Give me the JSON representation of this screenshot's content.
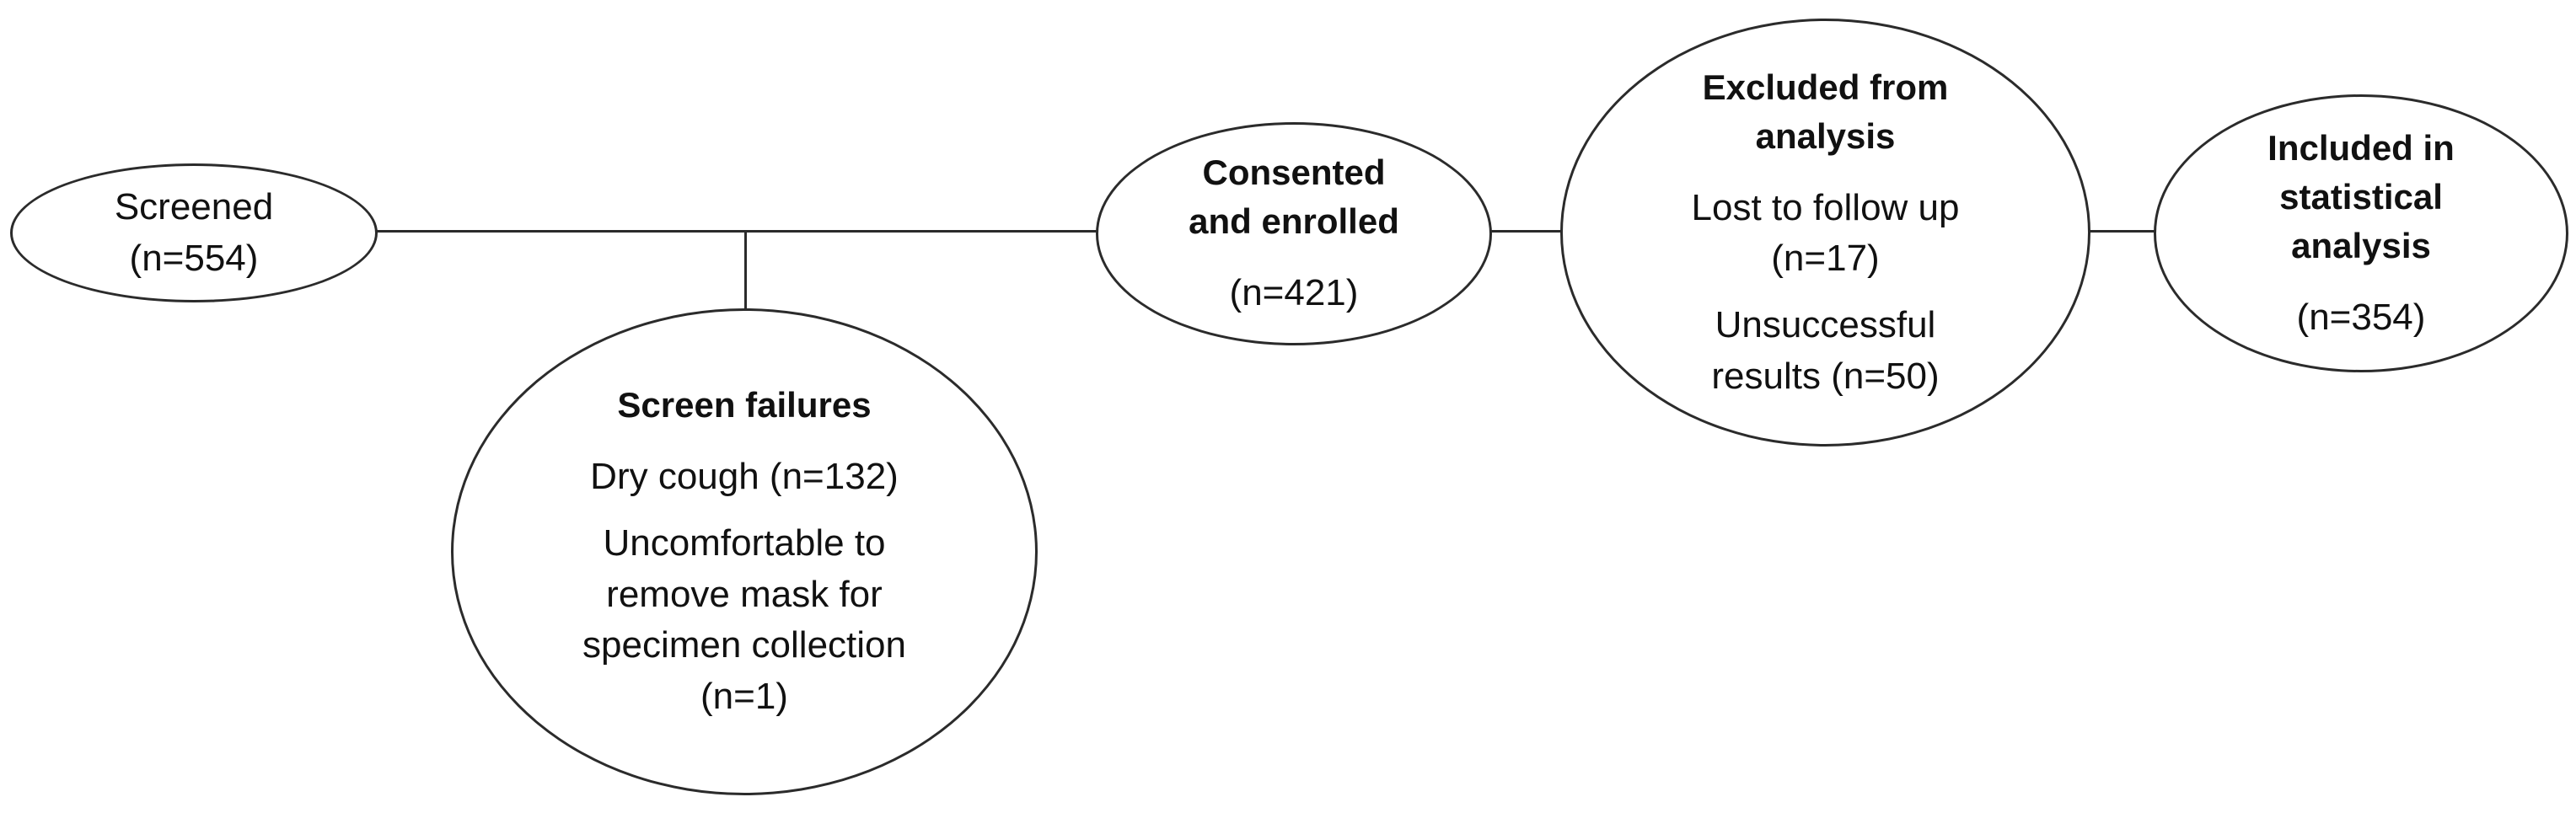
{
  "nodes": {
    "screened": {
      "label": "Screened",
      "count": "(n=554)"
    },
    "screen_failures": {
      "title": "Screen failures",
      "reason_1": "Dry cough (n=132)",
      "reason_2": "Uncomfortable to\nremove mask for\nspecimen collection\n(n=1)"
    },
    "consented": {
      "title": "Consented\nand enrolled",
      "count": "(n=421)"
    },
    "excluded": {
      "title": "Excluded from\nanalysis",
      "reason_1": "Lost to follow up\n(n=17)",
      "reason_2": "Unsuccessful\nresults (n=50)"
    },
    "included": {
      "title": "Included in\nstatistical\nanalysis",
      "count": "(n=354)"
    }
  }
}
